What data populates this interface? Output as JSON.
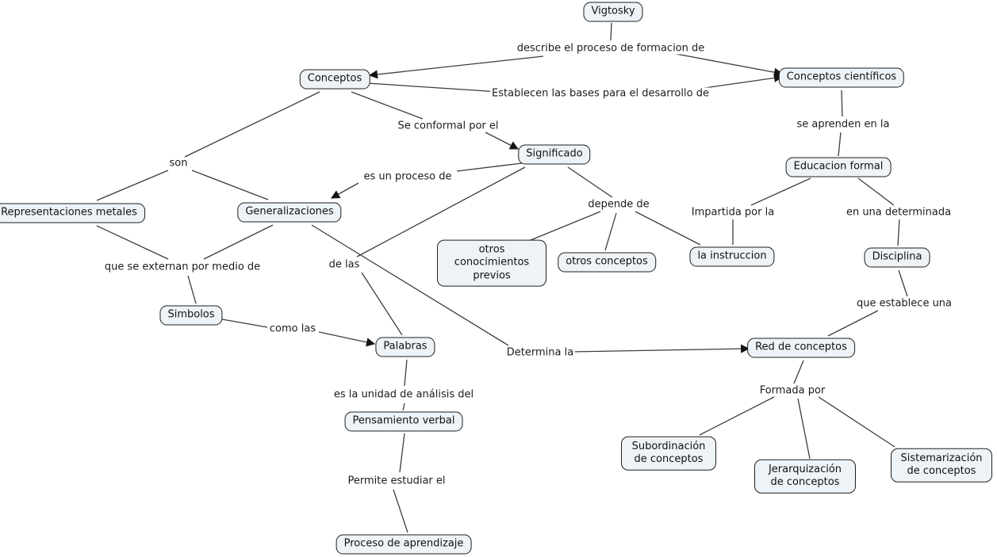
{
  "diagram": {
    "nodes": {
      "vigtosky": "Vigtosky",
      "conceptos": "Conceptos",
      "conceptos_cientificos": "Conceptos científicos",
      "significado": "Significado",
      "representaciones_metales": "Representaciones metales",
      "generalizaciones": "Generalizaciones",
      "educacion_formal": "Educacion formal",
      "otros_conocimientos_previos": "otros conocimientos previos",
      "otros_conceptos": "otros conceptos",
      "la_instruccion": "la instruccion",
      "disciplina": "Disciplina",
      "simbolos": "Simbolos",
      "palabras": "Palabras",
      "red_de_conceptos": "Red de conceptos",
      "pensamiento_verbal": "Pensamiento verbal",
      "proceso_de_aprendizaje": "Proceso de aprendizaje",
      "subordinacion_de_conceptos": "Subordinación de conceptos",
      "jerarquizacion_de_conceptos": "Jerarquización de conceptos",
      "sistemarizacion_de_conceptos": "Sistemarización de conceptos"
    },
    "link_labels": {
      "describe": "describe el proceso de formacion de",
      "establecen": "Establecen las bases para el desarrollo de",
      "se_conformal": "Se conformal por el",
      "son": "son",
      "es_un_proceso": "es un proceso de",
      "depende_de": "depende de",
      "impartida_por_la": "Impartida por la",
      "en_una_determinada": "en una determinada",
      "se_aprenden_en_la": "se aprenden en la",
      "que_se_externan": "que se externan por medio de",
      "de_las": "de las",
      "como_las": "como las",
      "determina_la": "Determina la",
      "que_establece_una": "que establece una",
      "formada_por": "Formada por",
      "es_la_unidad": "es la unidad de análisis del",
      "permite_estudiar_el": "Permite estudiar el"
    },
    "colors": {
      "node_fill": "#eef3f7",
      "node_border": "#1f1f1f",
      "line": "#3d3d3d",
      "text": "#1b1b1b",
      "background": "#ffffff"
    }
  }
}
